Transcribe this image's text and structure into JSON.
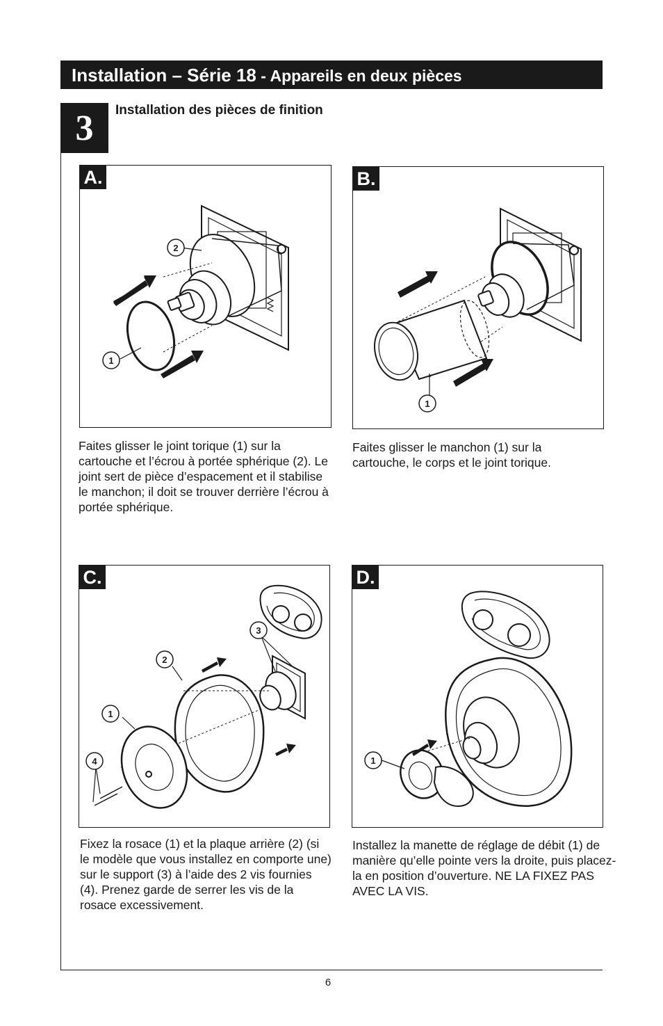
{
  "header": {
    "title_main": "Installation – Série 18",
    "title_sub": " - Appareils en deux pièces"
  },
  "step": {
    "number": "3",
    "title": "Installation des pièces de finition"
  },
  "panels": {
    "a": {
      "tag": "A.",
      "callouts": [
        "1",
        "2"
      ],
      "caption": "Faites glisser le joint torique (1) sur la cartouche et l’écrou à portée sphérique (2). Le joint sert de pièce d’espacement et il stabilise le manchon; il doit se trouver derrière l’écrou à portée sphérique."
    },
    "b": {
      "tag": "B.",
      "callouts": [
        "1"
      ],
      "caption": "Faites glisser le manchon (1) sur la cartouche, le corps et le joint torique."
    },
    "c": {
      "tag": "C.",
      "callouts": [
        "1",
        "2",
        "3",
        "4"
      ],
      "caption": "Fixez la rosace (1) et la plaque arrière (2) (si le modèle que vous installez en comporte une) sur le support (3) à l’aide des 2 vis fournies (4). Prenez garde de serrer les vis de la rosace excessivement."
    },
    "d": {
      "tag": "D.",
      "callouts": [
        "1"
      ],
      "caption": "Installez la manette de réglage de débit (1) de manière qu’elle pointe vers la droite, puis placez-la en position d’ouverture. NE LA FIXEZ PAS AVEC LA VIS."
    }
  },
  "page_number": "6"
}
